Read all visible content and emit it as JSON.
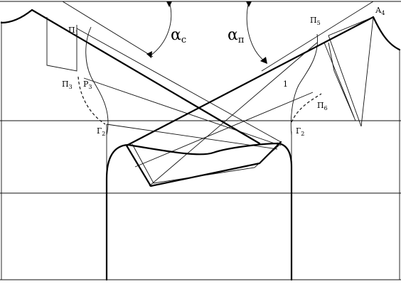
{
  "labels": {
    "p1": {
      "main": "П",
      "sub": "1"
    },
    "p3": {
      "main": "П",
      "sub": "3"
    },
    "r3": {
      "main": "Р",
      "sub": "3"
    },
    "g2_left": {
      "main": "Г",
      "sub": "2"
    },
    "p5": {
      "main": "П",
      "sub": "5"
    },
    "a4": {
      "main": "А",
      "sub": "4"
    },
    "p6": {
      "main": "П",
      "sub": "6"
    },
    "g2_right": {
      "main": "Г",
      "sub": "2"
    },
    "one": "1"
  },
  "angles": {
    "back": {
      "symbol": "α",
      "sub": "с"
    },
    "front": {
      "symbol": "α",
      "sub": "п"
    }
  }
}
